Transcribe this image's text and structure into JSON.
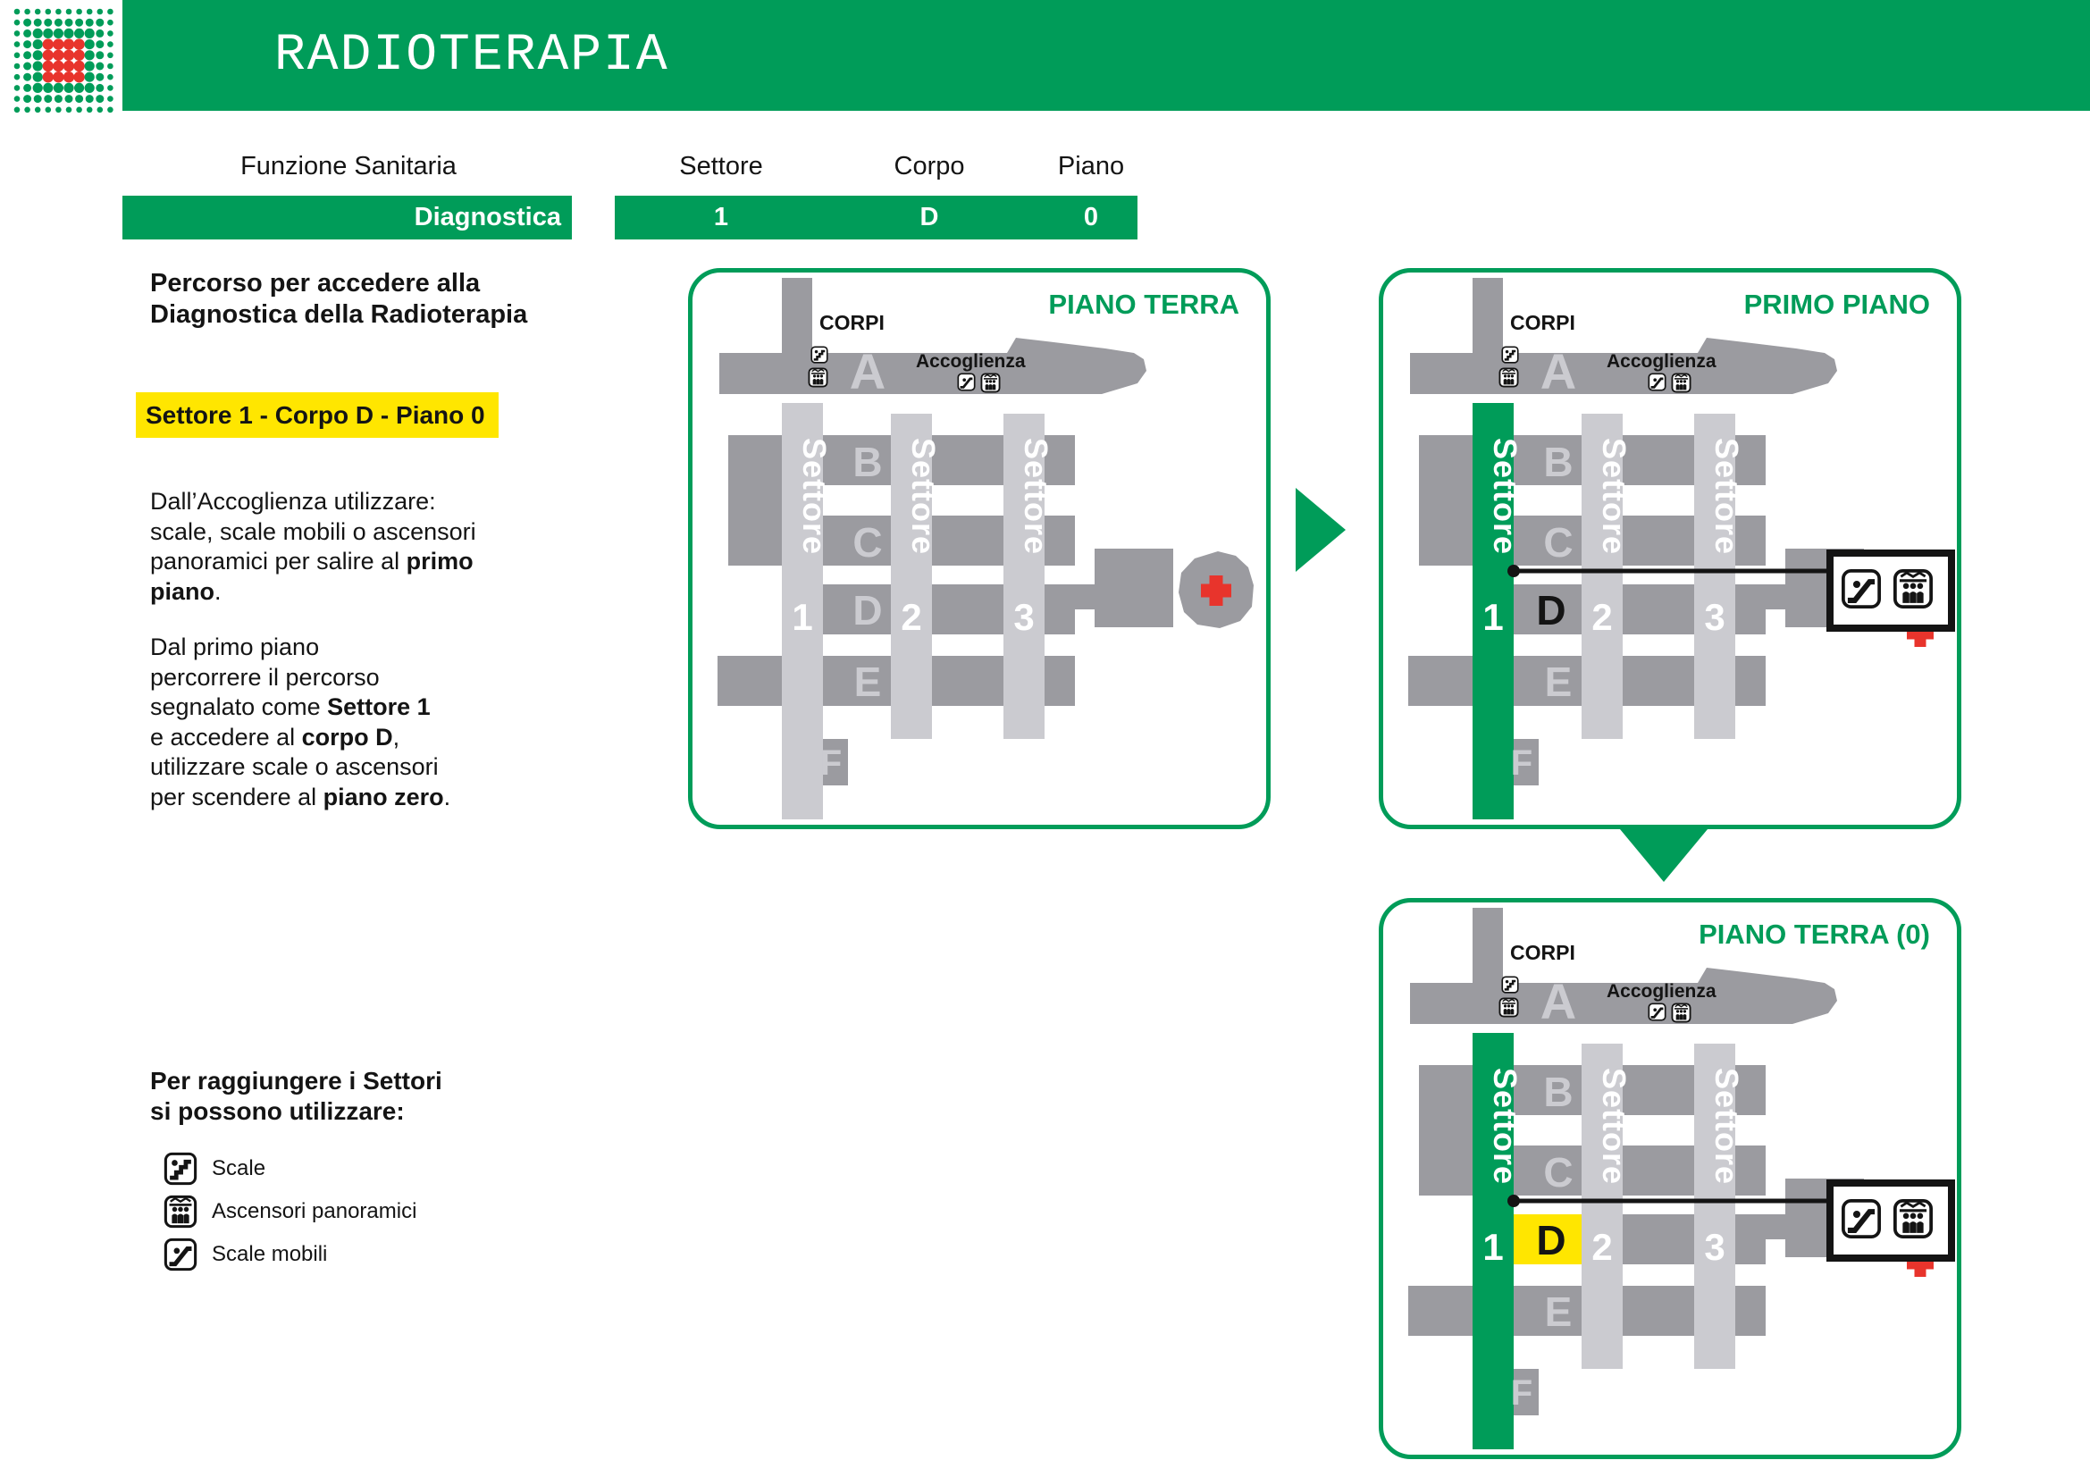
{
  "header": {
    "title": "RADIOTERAPIA"
  },
  "colors": {
    "green": "#009c59",
    "dark_gray": "#9b9ba0",
    "light_gray": "#cbcbd0",
    "yellow": "#ffe600",
    "red": "#e8342c",
    "white": "#ffffff",
    "black": "#141414"
  },
  "info_table": {
    "function_header": "Funzione Sanitaria",
    "function_value": "Diagnostica",
    "sector_header": "Settore",
    "sector_value": "1",
    "body_header": "Corpo",
    "body_value": "D",
    "floor_header": "Piano",
    "floor_value": "0"
  },
  "instructions": {
    "intro_lines": [
      "Percorso per accedere alla",
      "Diagnostica della Radioterapia"
    ],
    "highlight": "Settore 1 - Corpo D - Piano 0",
    "para1": [
      [
        {
          "t": "Dall’Accoglienza utilizzare:"
        }
      ],
      [
        {
          "t": "scale, scale mobili o ascensori"
        }
      ],
      [
        {
          "t": "panoramici per salire al "
        },
        {
          "t": "primo",
          "b": 1
        }
      ],
      [
        {
          "t": "piano",
          "b": 1
        },
        {
          "t": "."
        }
      ]
    ],
    "para2": [
      [
        {
          "t": "Dal primo piano"
        }
      ],
      [
        {
          "t": "percorrere il percorso"
        }
      ],
      [
        {
          "t": "segnalato come "
        },
        {
          "t": "Settore 1",
          "b": 1
        }
      ],
      [
        {
          "t": "e accedere al "
        },
        {
          "t": "corpo D",
          "b": 1
        },
        {
          "t": ","
        }
      ],
      [
        {
          "t": "utilizzare scale o ascensori"
        }
      ],
      [
        {
          "t": "per scendere al "
        },
        {
          "t": "piano zero",
          "b": 1
        },
        {
          "t": "."
        }
      ]
    ]
  },
  "legend": {
    "title_lines": [
      "Per raggiungere i Settori",
      "si possono utilizzare:"
    ],
    "items": [
      {
        "icon": "stairs-icon",
        "label": "Scale"
      },
      {
        "icon": "panoramic-elevator-icon",
        "label": "Ascensori panoramici"
      },
      {
        "icon": "escalator-icon",
        "label": "Scale mobili"
      }
    ]
  },
  "maps": {
    "labels": {
      "corpi_title": "CORPI",
      "accoglienza": "Accoglienza",
      "sector_word": "Settore",
      "sector_numbers": [
        "1",
        "2",
        "3"
      ],
      "letters": [
        "A",
        "B",
        "C",
        "D",
        "E",
        "F"
      ]
    },
    "panels": [
      {
        "id": "piano-terra",
        "title": "PIANO TERRA",
        "sector1_green": false,
        "d_style": "light",
        "route": false
      },
      {
        "id": "primo-piano",
        "title": "PRIMO PIANO",
        "sector1_green": true,
        "d_style": "black",
        "route": true
      },
      {
        "id": "piano-terra-0",
        "title": "PIANO TERRA (0)",
        "sector1_green": true,
        "d_style": "yellow",
        "route": true
      }
    ]
  }
}
